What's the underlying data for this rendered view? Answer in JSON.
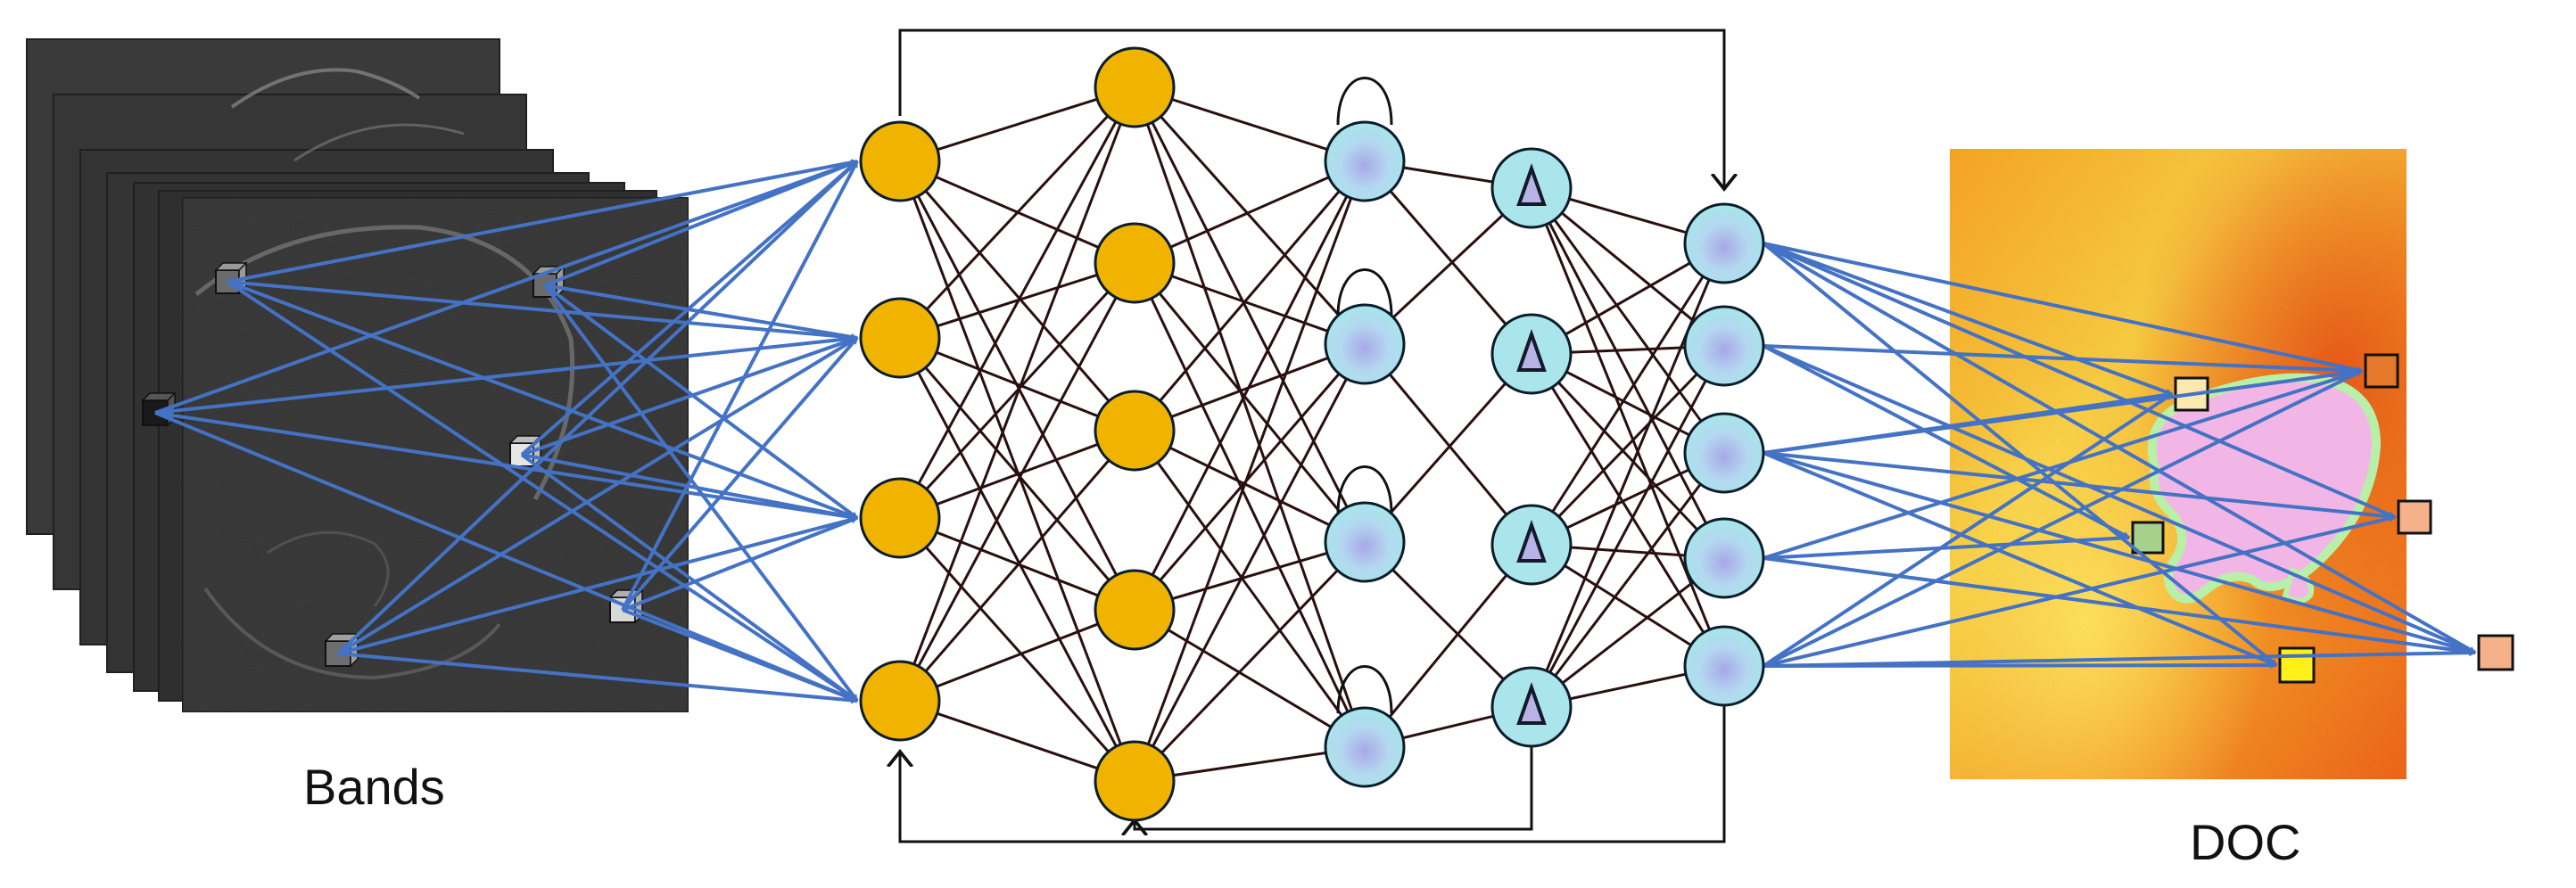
{
  "labels": {
    "input": "Bands",
    "output": "DOC"
  },
  "colors": {
    "arrow": "#4472c4",
    "connection": "#2a0f0f",
    "hidden_node_fill": "#f0b400",
    "recurrent_node_fill": "#a9e5ea",
    "node_stroke": "#0b1c2a",
    "band_image": "#2e2e2e",
    "map_base": "#f6c02c",
    "map_hot": "#e24410",
    "map_region": "#f2b6e6"
  },
  "icons": {
    "delta_node_symbol": "Δ"
  }
}
